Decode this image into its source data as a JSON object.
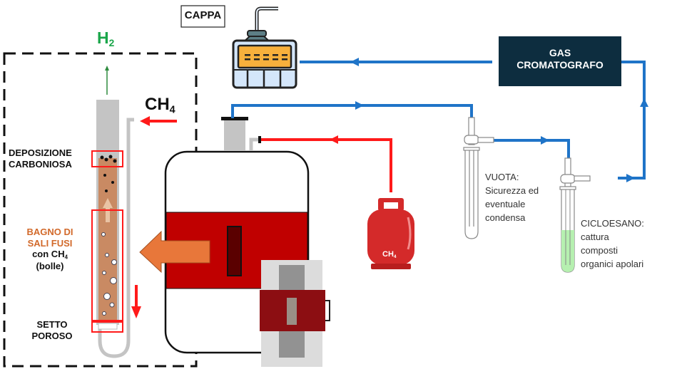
{
  "labels": {
    "h2": {
      "main": "H",
      "sub": "2"
    },
    "ch4_inlet": {
      "main": "CH",
      "sub": "4"
    },
    "cappa": "CAPPA",
    "gc": {
      "line1": "GAS",
      "line2": "CROMATOGRAFO"
    },
    "deposizione": {
      "line1": "DEPOSIZIONE",
      "line2": "CARBONIOSA"
    },
    "bagno": {
      "line1": "BAGNO DI",
      "line2": "SALI FUSI",
      "line3_main": "con CH",
      "line3_sub": "4",
      "line4": "(bolle)"
    },
    "setto": {
      "line1": "SETTO",
      "line2": "POROSO"
    },
    "vuota": {
      "line1": "VUOTA:",
      "line2": "Sicurezza ed",
      "line3": "eventuale",
      "line4": "condensa"
    },
    "cicloesano": {
      "line1": "CICLOESANO:",
      "line2": "cattura",
      "line3": "composti",
      "line4": "organici apolari"
    },
    "cylinder": {
      "main": "CH",
      "sub": "4"
    }
  },
  "colors": {
    "gas_line": "#1f74c8",
    "ch4_line": "#ff1a1a",
    "h2_green": "#1aa64a",
    "salt_orange": "#d2692a",
    "heat_arrow": "#e8773a",
    "furnace_red": "#c00000",
    "gc_box": "#0d2d3f",
    "cyclohexane": "#b6f0b0"
  }
}
